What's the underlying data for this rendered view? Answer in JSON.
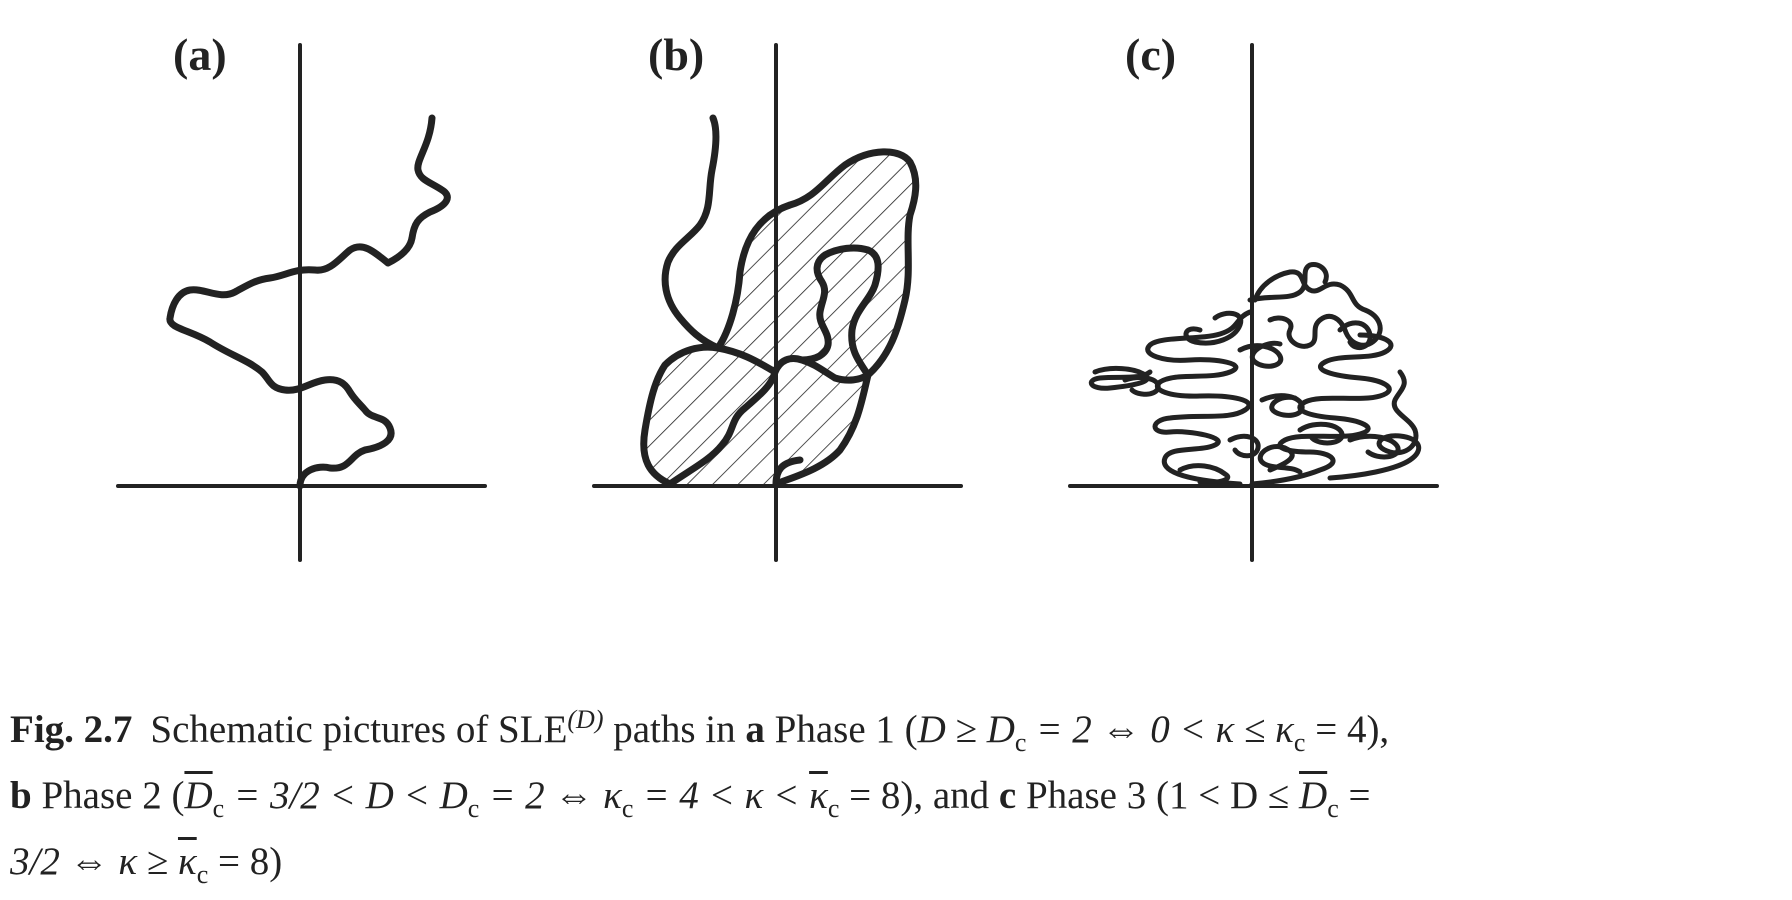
{
  "panels": [
    {
      "label": "(a)"
    },
    {
      "label": "(b)"
    },
    {
      "label": "(c)"
    }
  ],
  "caption": {
    "fig_label": "Fig. 2.7",
    "line1": {
      "t1": "Schematic pictures of SLE",
      "sup": "(D)",
      "t2": " paths in ",
      "a": "a",
      "t3": " Phase 1 (",
      "m1": "D ≥ D",
      "sub1": "c",
      "m2": " = 2 ⇔ 0 < κ ≤ κ",
      "sub2": "c",
      "m3": " = 4),"
    },
    "line2": {
      "b": "b",
      "t1": " Phase 2 (",
      "d_bar": "D",
      "sub1": "c",
      "m1": " = 3/2 < D < D",
      "sub2": "c",
      "m2": " = 2 ⇔ κ",
      "sub3": "c",
      "m3": " = 4 < κ < ",
      "k_bar": "κ",
      "sub4": "c",
      "m4": " = 8), and ",
      "c": "c",
      "t2": " Phase 3 (1 < D ≤ ",
      "d_bar2": "D",
      "sub5": "c",
      "m5": " ="
    },
    "line3": {
      "t1": "3/2 ⇔ κ ≥ ",
      "k_bar": "κ",
      "sub1": "c",
      "t2": " = 8)"
    }
  }
}
